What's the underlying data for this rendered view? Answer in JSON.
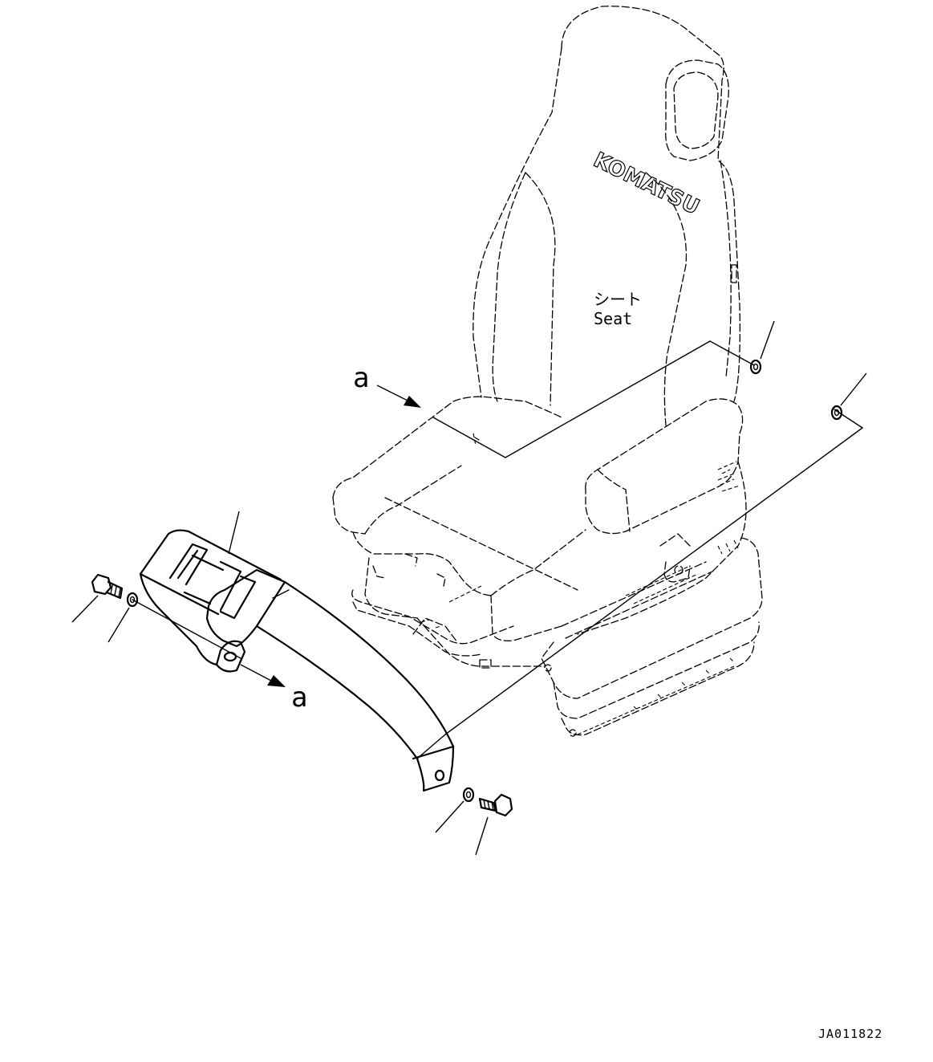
{
  "diagram": {
    "part_label_jp": "シート",
    "part_label_en": "Seat",
    "brand_logo": "KOMATSU",
    "view_reference_top": "a",
    "view_reference_bottom": "a",
    "drawing_code": "JA011822"
  }
}
